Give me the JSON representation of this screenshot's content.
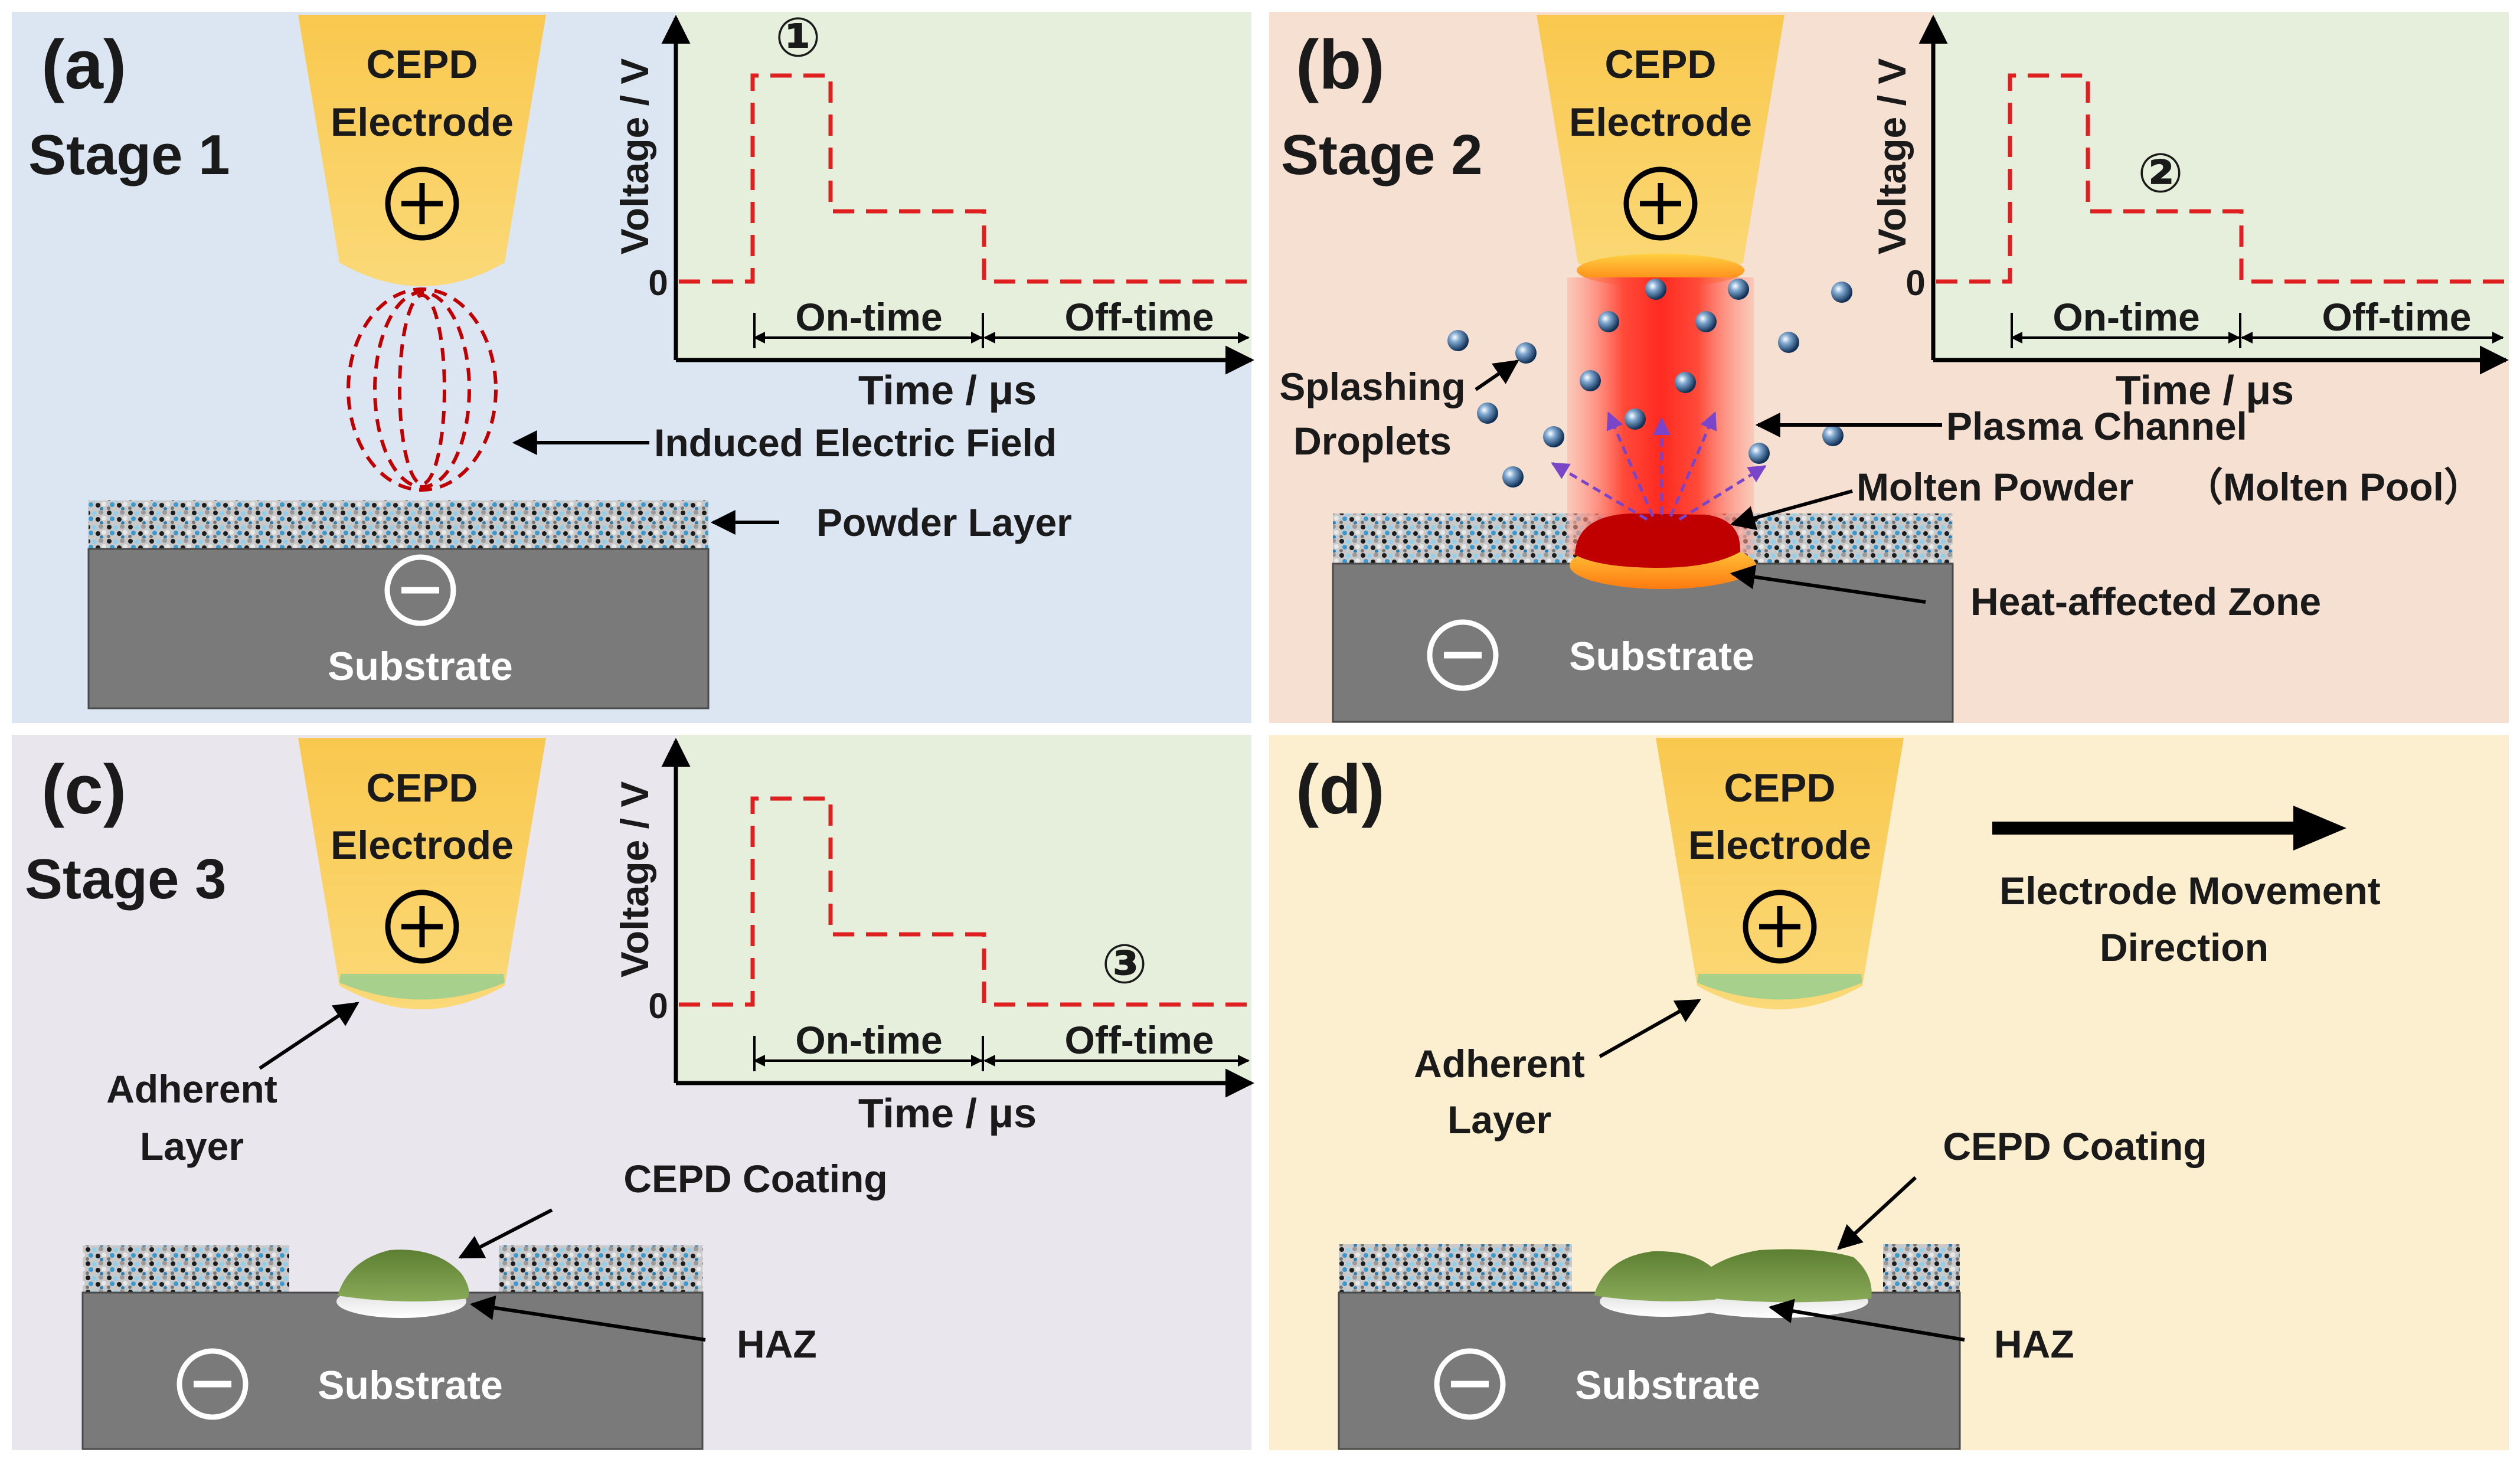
{
  "colors": {
    "panel_a_bg": "#dbe6f2",
    "panel_b_bg": "#f6e0d2",
    "panel_c_bg": "#e9e6ee",
    "panel_d_bg": "#fbefcf",
    "graph_bg": "#e6efdc",
    "electrode": "#f7c650",
    "substrate": "#7a7a7a",
    "pulse": "#e02020",
    "coating": "#6f9140",
    "adherent": "#a8d08d",
    "molten": "#c00000",
    "plasma": "#ff3a2a",
    "arrow_purple": "#7a45c8"
  },
  "panels": {
    "a": {
      "label": "(a)",
      "stage": "Stage 1",
      "electrode_line1": "CEPD",
      "electrode_line2": "Electrode",
      "polarity_top": "+",
      "polarity_bottom": "−",
      "substrate": "Substrate",
      "field_label": "Induced Electric Field",
      "powder_label": "Powder Layer",
      "circled": "①"
    },
    "b": {
      "label": "(b)",
      "stage": "Stage 2",
      "electrode_line1": "CEPD",
      "electrode_line2": "Electrode",
      "polarity_top": "+",
      "polarity_bottom": "−",
      "substrate": "Substrate",
      "splash_line1": "Splashing",
      "splash_line2": "Droplets",
      "plasma_label": "Plasma Channel",
      "molten_label": "Molten Powder",
      "pool_label": "（Molten Pool）",
      "haz_label": "Heat-affected Zone",
      "circled": "②"
    },
    "c": {
      "label": "(c)",
      "stage": "Stage 3",
      "electrode_line1": "CEPD",
      "electrode_line2": "Electrode",
      "polarity_top": "+",
      "polarity_bottom": "−",
      "substrate": "Substrate",
      "adherent_line1": "Adherent",
      "adherent_line2": "Layer",
      "coating_label": "CEPD Coating",
      "haz_label": "HAZ",
      "circled": "③"
    },
    "d": {
      "label": "(d)",
      "electrode_line1": "CEPD",
      "electrode_line2": "Electrode",
      "polarity_top": "+",
      "polarity_bottom": "−",
      "substrate": "Substrate",
      "adherent_line1": "Adherent",
      "adherent_line2": "Layer",
      "coating_label": "CEPD Coating",
      "haz_label": "HAZ",
      "movement_line1": "Electrode Movement",
      "movement_line2": "Direction"
    }
  },
  "graph": {
    "ylabel": "Voltage / V",
    "xlabel": "Time /  μs",
    "zero": "0",
    "on_time": "On-time",
    "off_time": "Off-time"
  }
}
